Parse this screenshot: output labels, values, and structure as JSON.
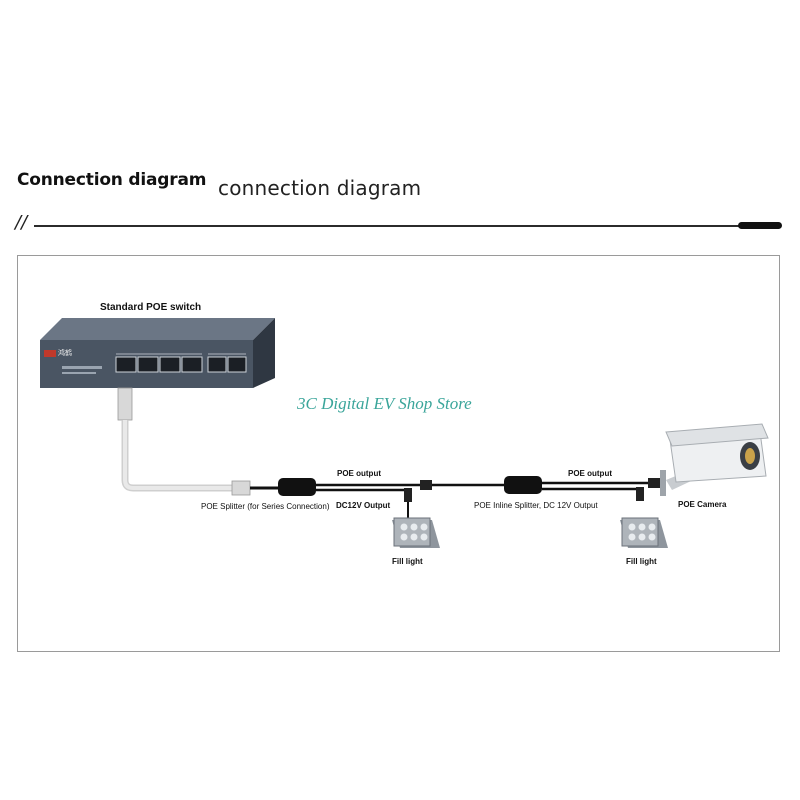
{
  "header": {
    "title_bold": "Connection diagram",
    "title_light": "connection diagram",
    "rule_mark": "//"
  },
  "diagram": {
    "switch_title": "Standard POE switch",
    "switch_brand": "鸿鹤",
    "splitter_label": "POE Splitter (for Series Connection)",
    "poe_output_1": "POE output",
    "dc_output_1": "DC12V Output",
    "fill_light_1": "Fill light",
    "inline_splitter_label": "POE Inline Splitter, DC 12V Output",
    "poe_output_2": "POE output",
    "fill_light_2": "Fill light",
    "camera_label": "POE Camera"
  },
  "watermark": "3C Digital EV Shop Store",
  "colors": {
    "watermark": "#3aa59a",
    "switch_body": "#4a5563",
    "frame": "#9a9a9a"
  }
}
